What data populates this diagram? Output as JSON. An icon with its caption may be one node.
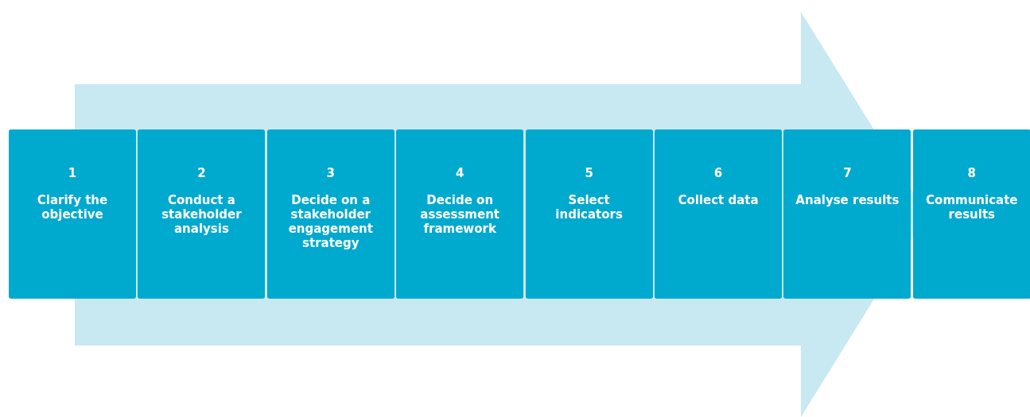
{
  "diagram": {
    "nodes": [
      {
        "text": [
          "1",
          "Clarify the objective"
        ]
      },
      {
        "text": [
          "2",
          "Conduct a stakeholder analysis"
        ]
      },
      {
        "text": [
          "3",
          "Decide on a stakeholder engagement strategy"
        ]
      },
      {
        "text": [
          "4",
          "Decide on assessment framework"
        ]
      },
      {
        "text": [
          "5",
          "Select indicators"
        ]
      },
      {
        "text": [
          "6",
          "Collect data"
        ]
      },
      {
        "text": [
          "7",
          "Analyse results"
        ]
      },
      {
        "text": [
          "8",
          "Communicate results"
        ]
      }
    ]
  }
}
